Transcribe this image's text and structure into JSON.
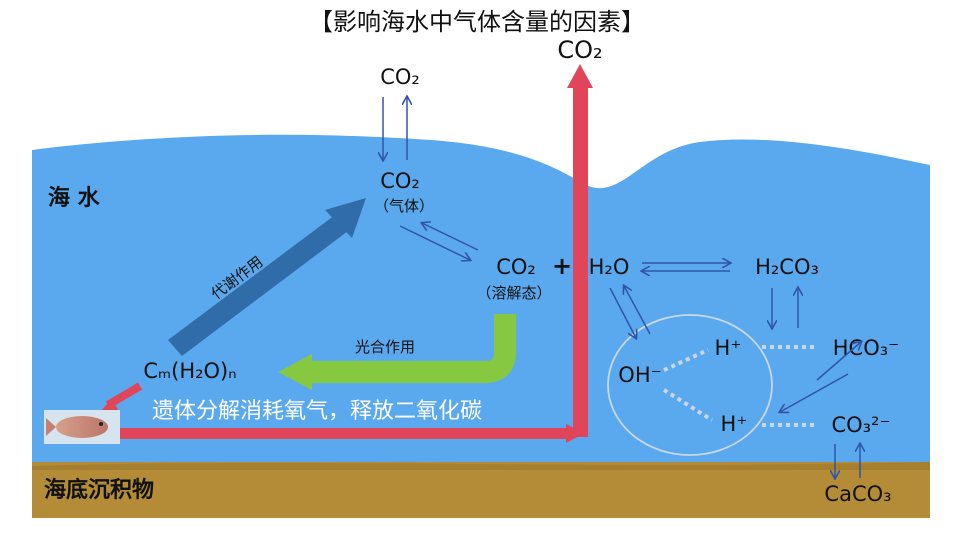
{
  "title": "【影响海水中气体含量的因素】",
  "zones": {
    "seawater": "海 水",
    "sediment": "海底沉积物"
  },
  "species": {
    "co2_top": "CO₂",
    "co2_air": "CO₂",
    "co2_gas": "CO₂",
    "co2_gas_note": "（气体）",
    "co2_dissolved": "CO₂",
    "co2_dissolved_note": "（溶解态）",
    "plus": "+",
    "h2o": "H₂O",
    "h2co3": "H₂CO₃",
    "hco3": "HCO₃⁻",
    "co3": "CO₃²⁻",
    "caco3": "CaCO₃",
    "oh": "OH⁻",
    "h_upper": "H⁺",
    "h_lower": "H⁺",
    "organic": "Cₘ(H₂O)ₙ"
  },
  "processes": {
    "metabolism": "代谢作用",
    "photosynthesis": "光合作用",
    "decomposition": "遗体分解消耗氧气，释放二氧化碳"
  },
  "colors": {
    "sea": "#5aa8ee",
    "sediment": "#b48c37",
    "red_arrow": "#e0455a",
    "green_arrow": "#86c840",
    "dark_blue_arrow": "#2f6ca8",
    "thin_arrow": "#3055a8"
  },
  "icons": {
    "fish": "fish-icon"
  }
}
